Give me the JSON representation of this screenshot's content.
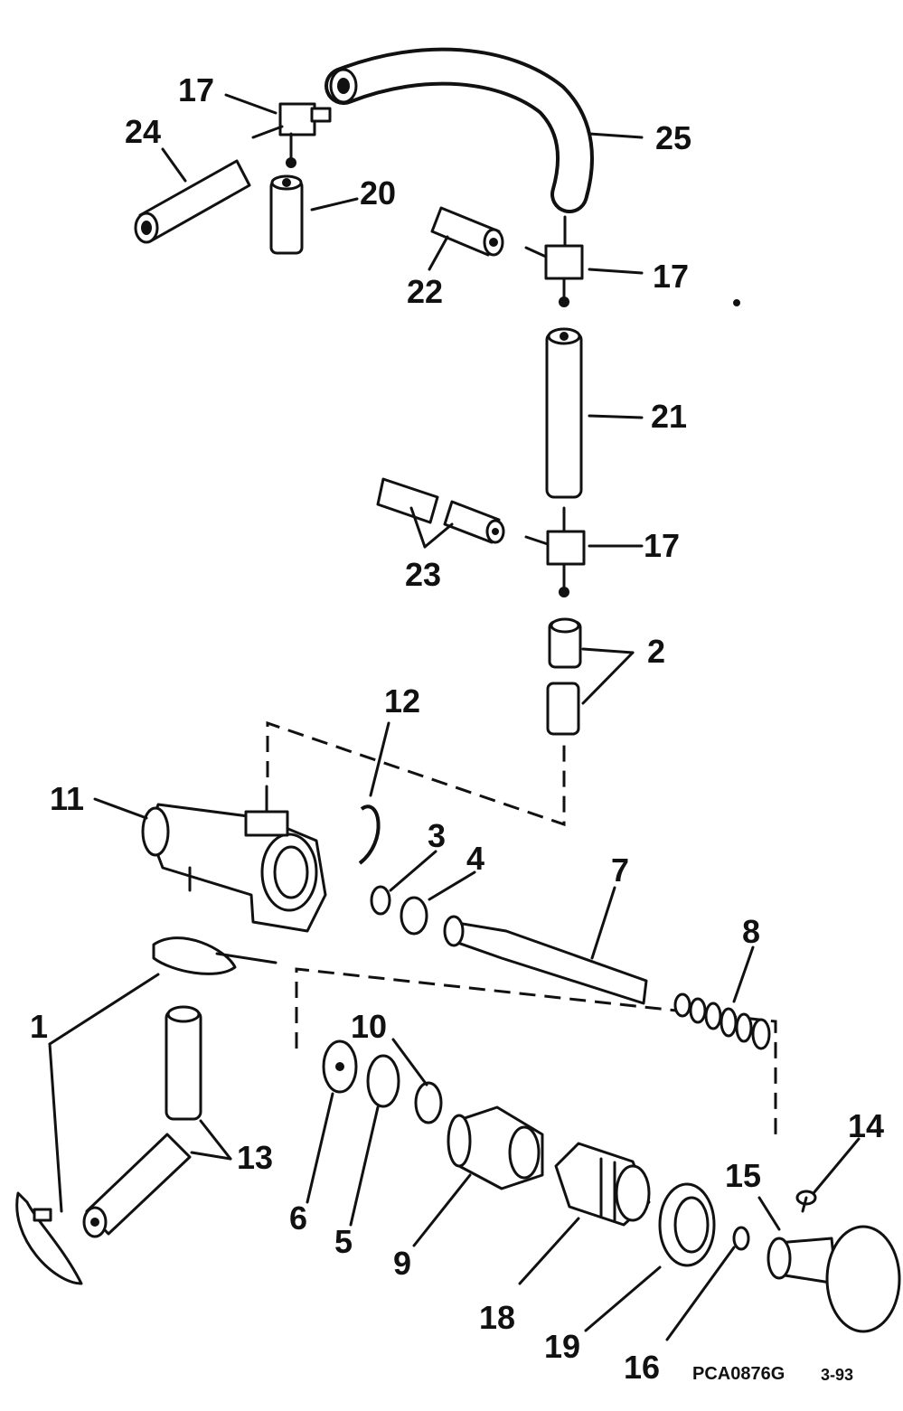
{
  "callouts": {
    "c1": "1",
    "c2": "2",
    "c3": "3",
    "c4": "4",
    "c5": "5",
    "c6": "6",
    "c7": "7",
    "c8": "8",
    "c9": "9",
    "c10": "10",
    "c11": "11",
    "c12": "12",
    "c13": "13",
    "c14": "14",
    "c15": "15",
    "c16": "16",
    "c17a": "17",
    "c17b": "17",
    "c17c": "17",
    "c18": "18",
    "c19": "19",
    "c20": "20",
    "c21": "21",
    "c22": "22",
    "c23": "23",
    "c24": "24",
    "c25": "25"
  },
  "footer": {
    "code": "PCA0876G",
    "date": "3-93"
  }
}
